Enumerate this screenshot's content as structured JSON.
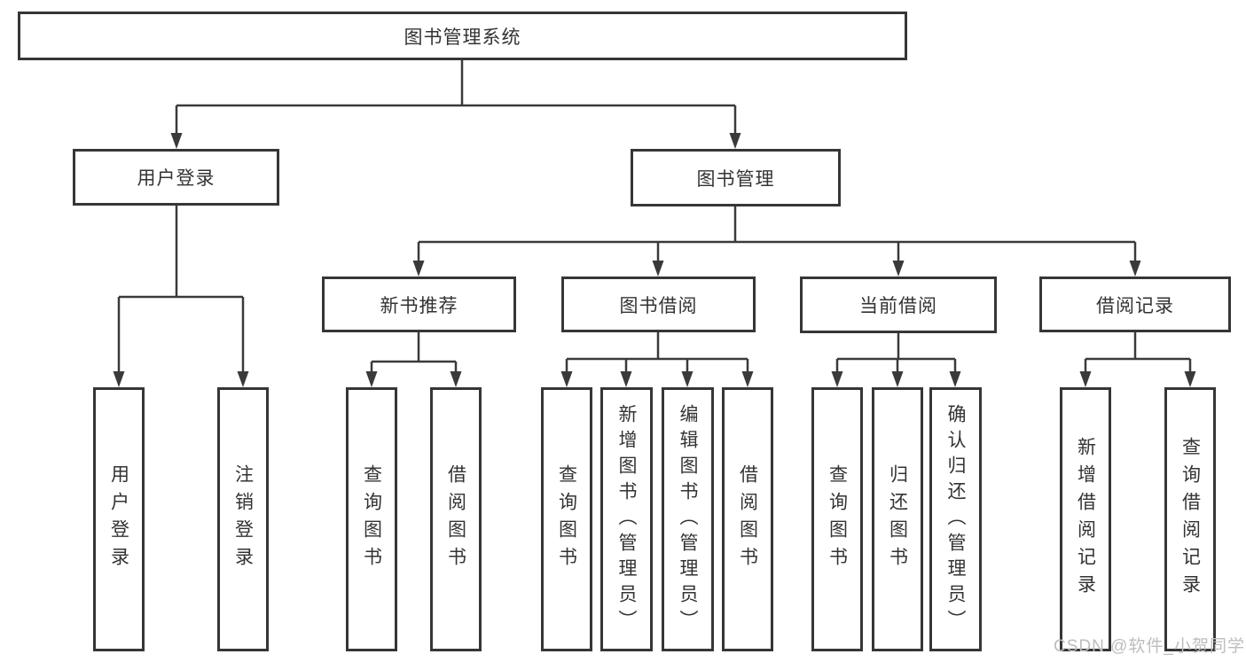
{
  "diagram": {
    "title": "图书管理系统",
    "tree": {
      "root": "图书管理系统",
      "user_login": {
        "label": "用户登录",
        "children": [
          "用户登录",
          "注销登录"
        ]
      },
      "book_management": {
        "label": "图书管理",
        "sections": {
          "new_book_recommend": {
            "label": "新书推荐",
            "children": [
              "查询图书",
              "借阅图书"
            ]
          },
          "book_borrow": {
            "label": "图书借阅",
            "children": [
              "查询图书",
              "新增图书（管理员）",
              "编辑图书（管理员）",
              "借阅图书"
            ]
          },
          "current_borrow": {
            "label": "当前借阅",
            "children": [
              "查询图书",
              "归还图书",
              "确认归还（管理员）"
            ]
          },
          "borrow_records": {
            "label": "借阅记录",
            "children": [
              "新增借阅记录",
              "查询借阅记录"
            ]
          }
        }
      }
    },
    "colors": {
      "line": "#3a3a3a",
      "border": "#363636",
      "text": "#333333",
      "watermark": "#bdbdbd",
      "background": "#ffffff"
    }
  },
  "watermark": "CSDN @软件_小贺同学"
}
